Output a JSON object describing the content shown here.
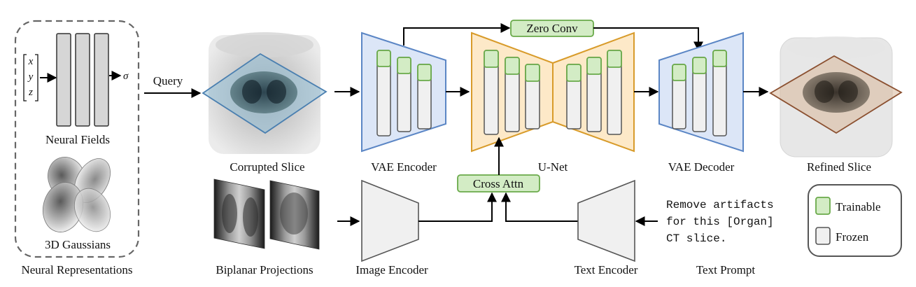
{
  "labels": {
    "neural_fields": "Neural Fields",
    "gaussians": "3D Gaussians",
    "neural_representations": "Neural Representations",
    "query": "Query",
    "corrupted_slice": "Corrupted Slice",
    "biplanar_projections": "Biplanar Projections",
    "vae_encoder": "VAE Encoder",
    "image_encoder": "Image Encoder",
    "zero_conv": "Zero Conv",
    "cross_attn": "Cross Attn",
    "unet": "U-Net",
    "vae_decoder": "VAE Decoder",
    "text_encoder": "Text Encoder",
    "refined_slice": "Refined Slice",
    "text_prompt": "Text Prompt"
  },
  "math": {
    "x": "x",
    "y": "y",
    "z": "z",
    "sigma": "σ"
  },
  "prompt_lines": [
    "Remove artifacts",
    "for this [Organ]",
    "CT slice."
  ],
  "legend": {
    "trainable": "Trainable",
    "frozen": "Frozen"
  },
  "colors": {
    "encoder_blue_fill": "#dce6f7",
    "encoder_blue_stroke": "#5b86c5",
    "unet_orange_fill": "#fde9c8",
    "unet_orange_stroke": "#d89b2a",
    "trainable_green_fill": "#d3ecc5",
    "trainable_green_stroke": "#6aaa4a",
    "frozen_gray_fill": "#f0f0f0",
    "frozen_gray_stroke": "#555555"
  }
}
